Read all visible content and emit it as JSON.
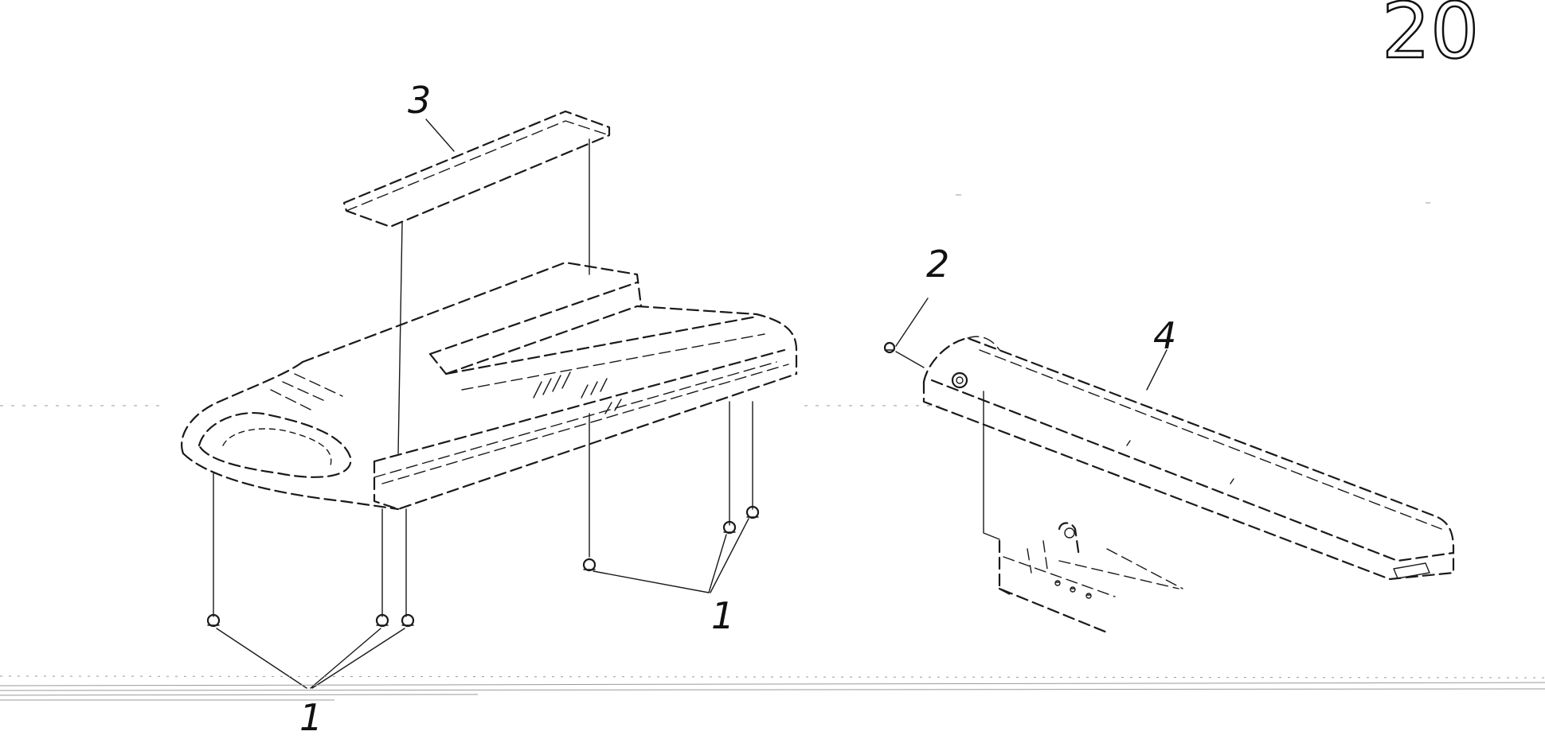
{
  "page": {
    "number": "20",
    "background": "#ffffff",
    "ink_color": "#1a1a1a"
  },
  "callouts": [
    {
      "id": "screw-bottom",
      "label": "1"
    },
    {
      "id": "screw-right",
      "label": "1"
    },
    {
      "id": "bolt",
      "label": "2"
    },
    {
      "id": "top-cover",
      "label": "3"
    },
    {
      "id": "side-module",
      "label": "4"
    }
  ]
}
